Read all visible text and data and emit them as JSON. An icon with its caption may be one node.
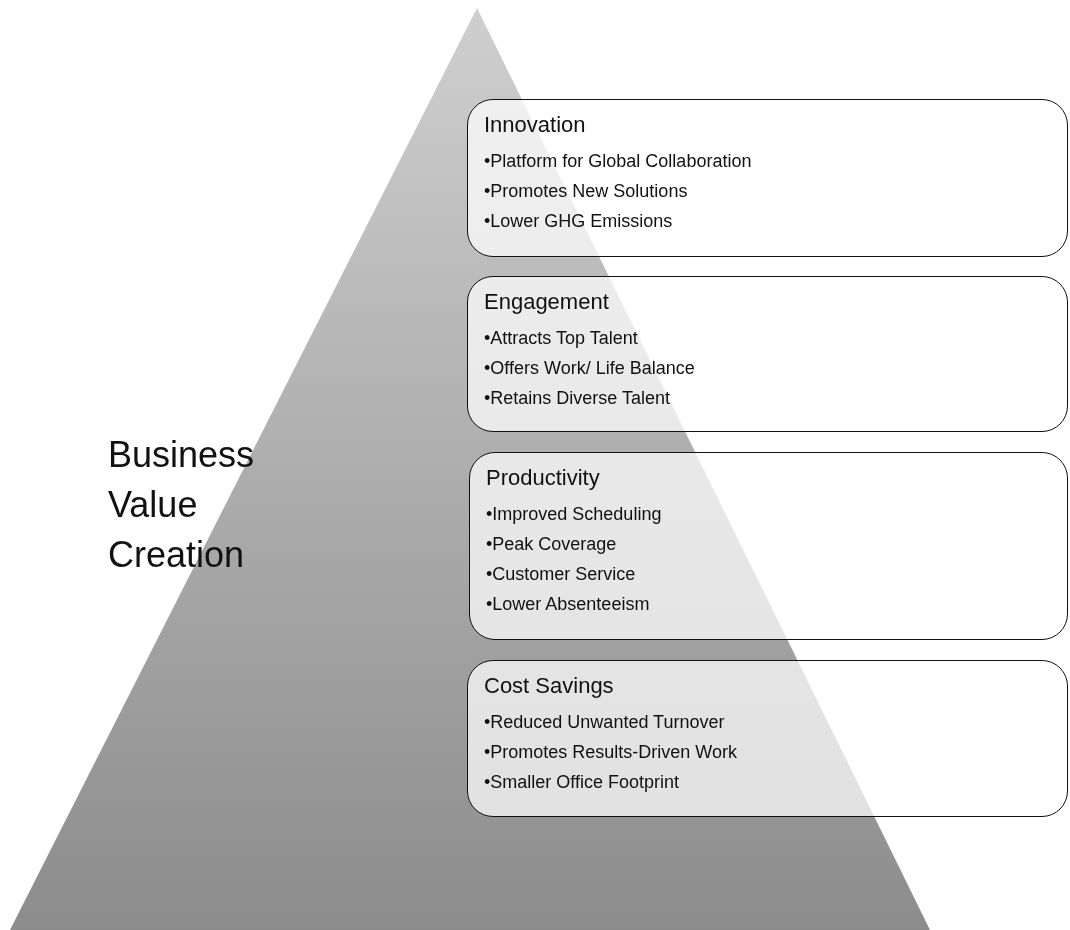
{
  "diagram": {
    "nodes": [
      {
        "text": [
          "Business Value Creation"
        ]
      },
      {
        "text": [
          "Innovation",
          "•Platform for Global Collaboration",
          "•Promotes New Solutions",
          "•Lower GHG Emissions"
        ]
      },
      {
        "text": [
          "Engagement",
          "•Attracts Top Talent",
          "•Offers Work/ Life Balance",
          "•Retains Diverse Talent"
        ]
      },
      {
        "text": [
          "Productivity",
          "•Improved Scheduling",
          "•Peak Coverage",
          "•Customer Service",
          "•Lower Absenteeism"
        ]
      },
      {
        "text": [
          "Cost Savings",
          "•Reduced Unwanted Turnover",
          "•Promotes Results-Driven Work",
          "•Smaller Office Footprint"
        ]
      }
    ]
  }
}
